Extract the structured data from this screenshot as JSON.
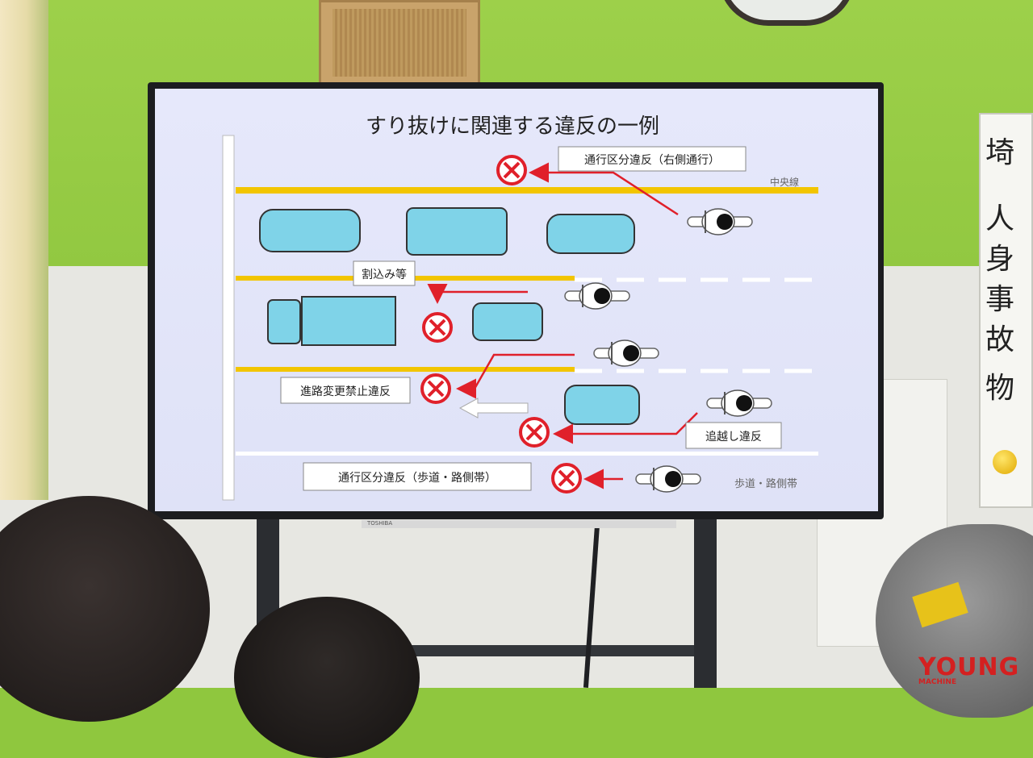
{
  "slide": {
    "title": "すり抜けに関連する違反の一例",
    "labels": {
      "center_line": "中央線",
      "sidewalk_shoulder": "歩道・路側帯",
      "wrong_side": "通行区分違反（右側通行）",
      "cutting_in": "割込み等",
      "lane_change": "進路変更禁止違反",
      "overtaking": "追越し違反",
      "sidewalk_violation": "通行区分違反（歩道・路側帯）"
    }
  },
  "monitor": {
    "brand": "TOSHIBA"
  },
  "board": {
    "chars": [
      "埼",
      "人",
      "身",
      "事",
      "故",
      "物"
    ]
  },
  "watermark": {
    "brand": "YOUNG",
    "sub": "MACHINE"
  },
  "colors": {
    "lane_yellow": "#f2c500",
    "violation_red": "#e0202a",
    "vehicle_fill": "#7fd3e8"
  }
}
